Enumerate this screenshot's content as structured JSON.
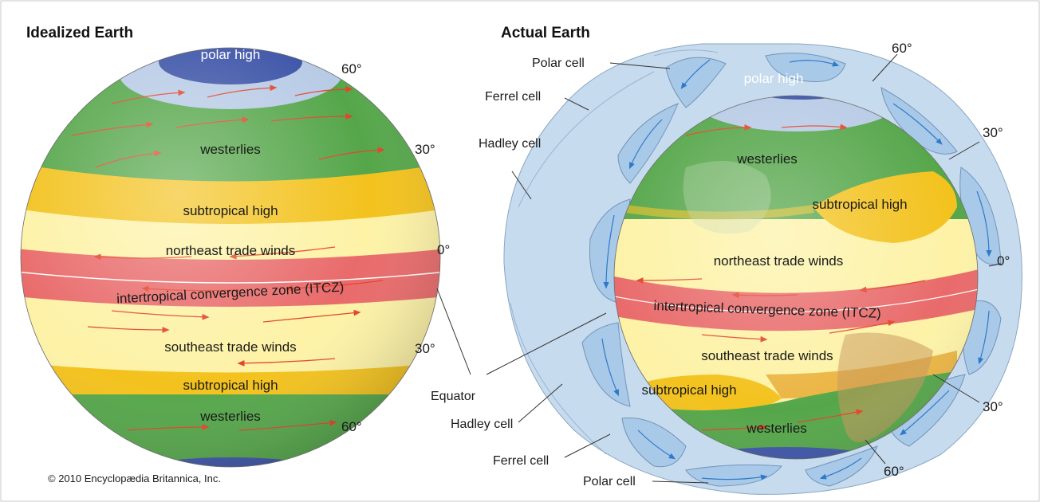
{
  "titles": {
    "idealized": "Idealized Earth",
    "actual": "Actual Earth"
  },
  "idealized": {
    "polar_high": "polar high",
    "westerlies_north": "westerlies",
    "subtropical_high_north": "subtropical high",
    "northeast_trades": "northeast trade winds",
    "itcz": "intertropical convergence zone (ITCZ)",
    "southeast_trades": "southeast trade winds",
    "subtropical_high_south": "subtropical high",
    "westerlies_south": "westerlies",
    "lat_60_north": "60°",
    "lat_30_north": "30°",
    "lat_0": "0°",
    "lat_30_south": "30°",
    "lat_60_south": "60°"
  },
  "actual": {
    "polar_high": "polar high",
    "westerlies_north": "westerlies",
    "subtropical_high_north": "subtropical high",
    "northeast_trades": "northeast trade winds",
    "itcz": "intertropical convergence zone (ITCZ)",
    "southeast_trades": "southeast trade winds",
    "subtropical_high_south": "subtropical high",
    "westerlies_south": "westerlies",
    "lat_60_north": "60°",
    "lat_30_north": "30°",
    "lat_0": "0°",
    "lat_30_south": "30°",
    "lat_60_south": "60°"
  },
  "callouts": {
    "polar_cell_top": "Polar cell",
    "ferrel_cell_top": "Ferrel cell",
    "hadley_cell_top": "Hadley cell",
    "equator": "Equator",
    "hadley_cell_bottom": "Hadley cell",
    "ferrel_cell_bottom": "Ferrel cell",
    "polar_cell_bottom": "Polar cell"
  },
  "copyright": "© 2010 Encyclopædia Britannica, Inc.",
  "colors": {
    "polar_high": "#3e55a8",
    "polar_ring": "#b8cbe6",
    "westerlies": "#55a64a",
    "subtropical_high": "#f3c21d",
    "trade_winds": "#fdf2a6",
    "itcz": "#e96a6a",
    "wind_arrows": "#e2442a",
    "cells": "#c6dbee",
    "cell_arrows": "#2f79c9"
  }
}
